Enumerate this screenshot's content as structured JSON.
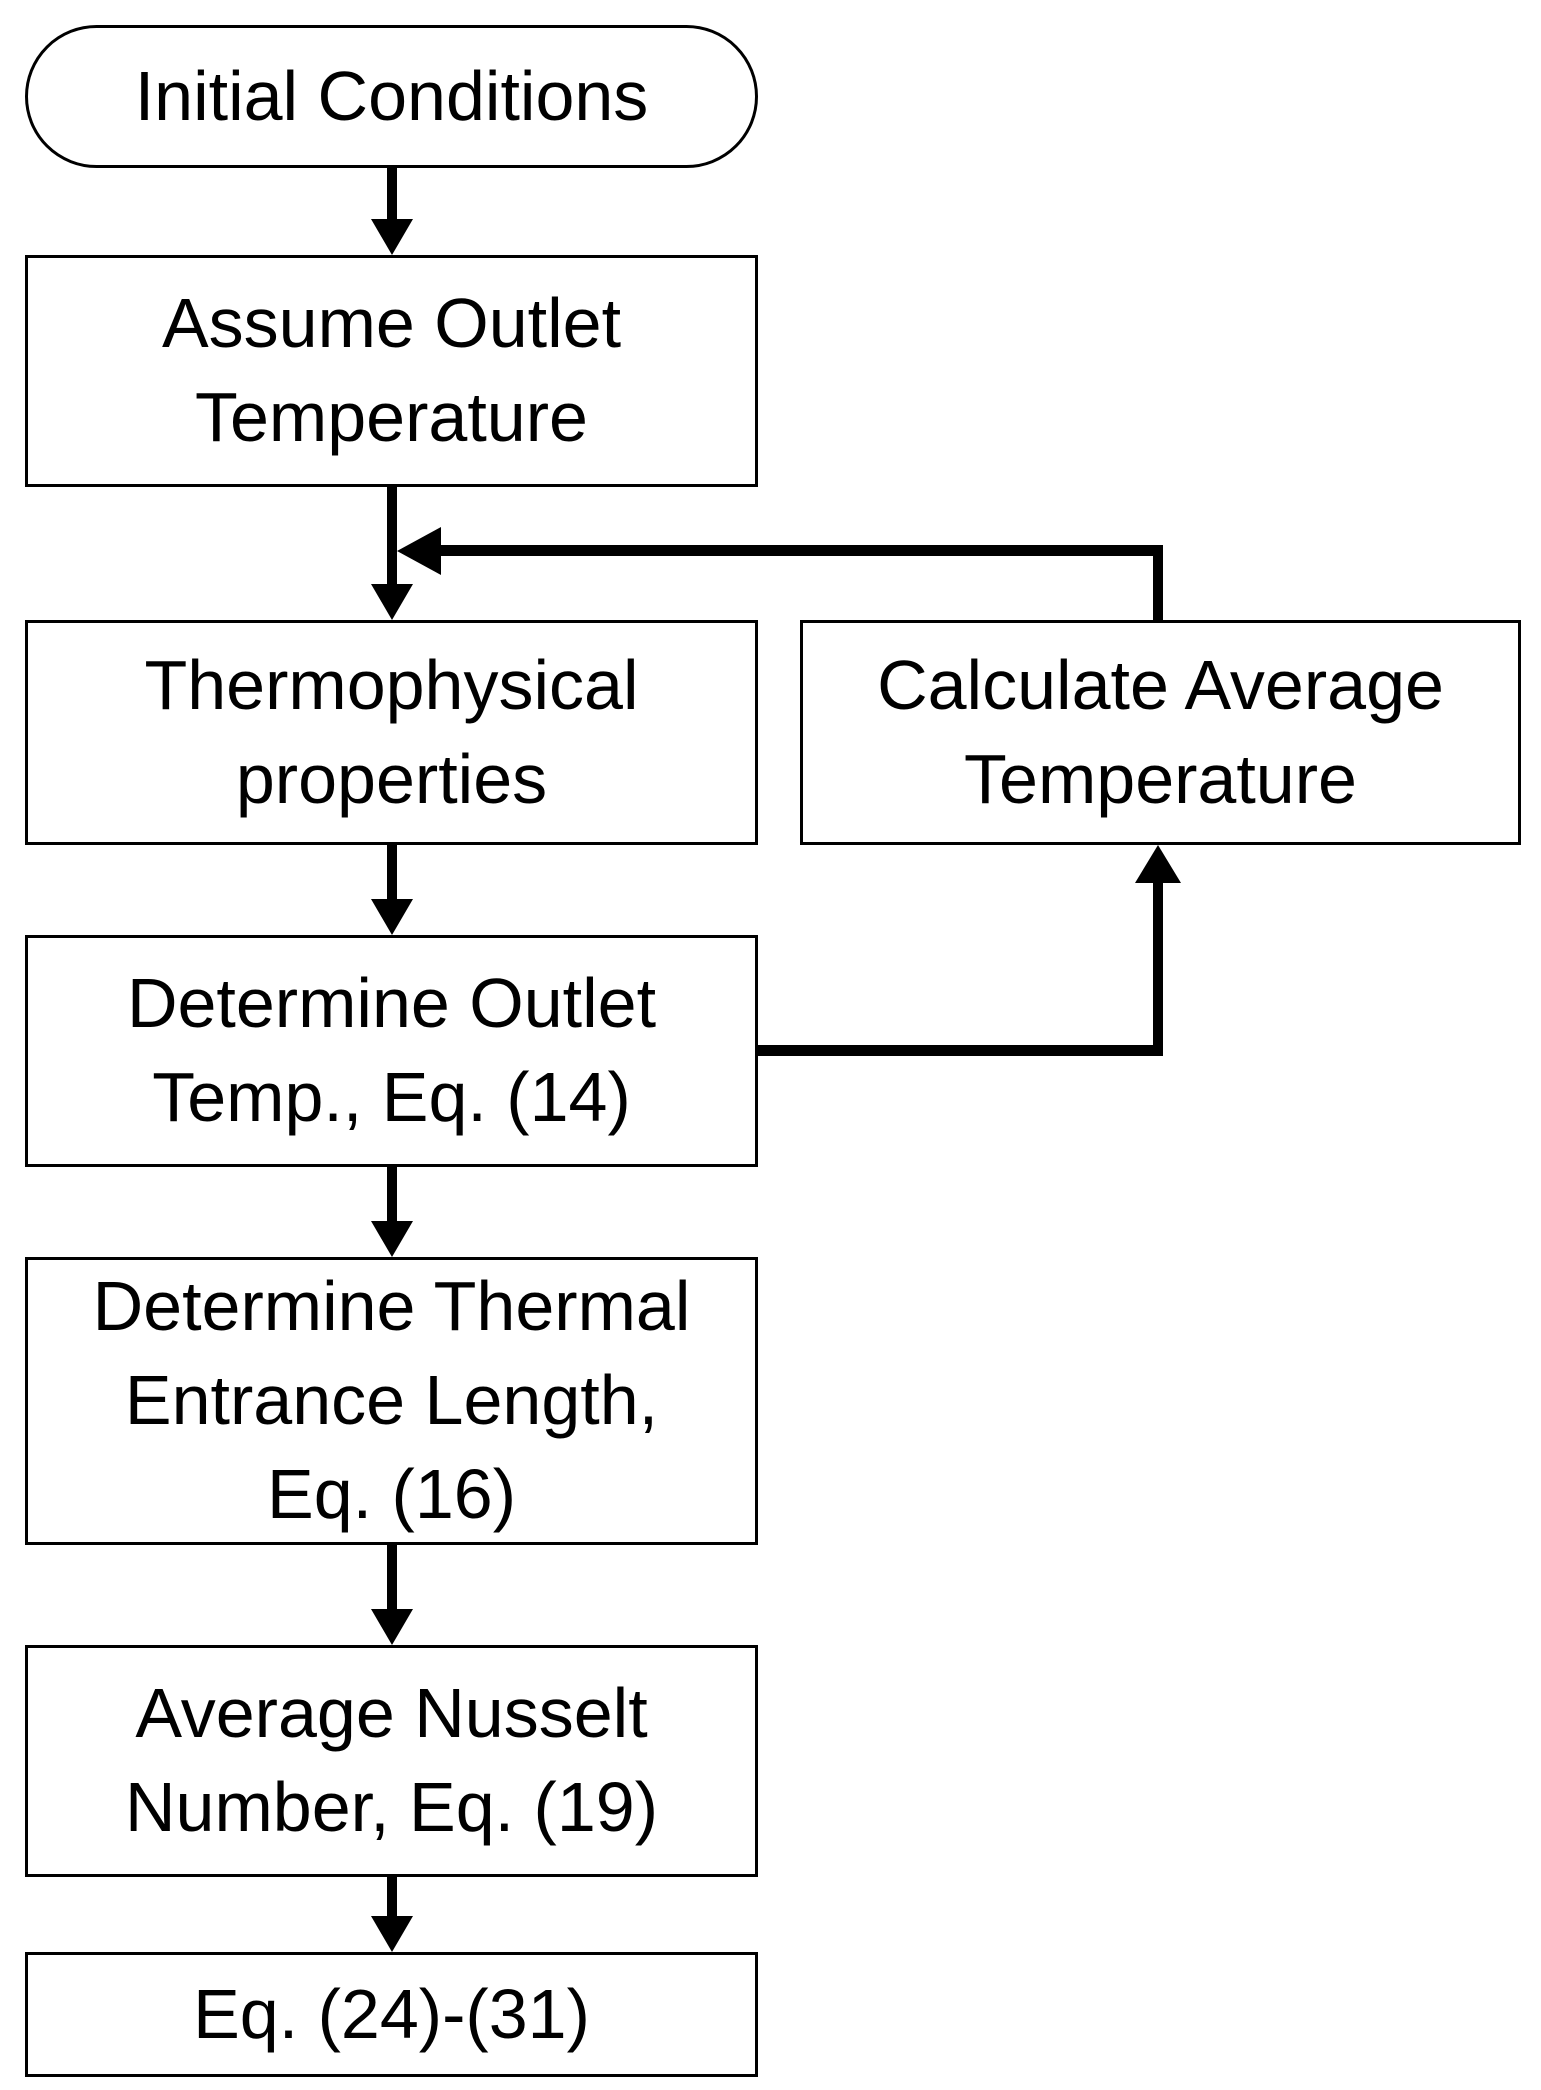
{
  "diagram": {
    "type": "flowchart",
    "background_color": "#ffffff",
    "line_color": "#000000",
    "nodes": {
      "initial": {
        "shape": "stadium",
        "label": "Initial Conditions"
      },
      "assume_outlet": {
        "shape": "rect",
        "label": "Assume Outlet\nTemperature"
      },
      "thermophysical": {
        "shape": "rect",
        "label": "Thermophysical\nproperties"
      },
      "calc_average": {
        "shape": "rect",
        "label": "Calculate Average\nTemperature"
      },
      "determine_outlet": {
        "shape": "rect",
        "label": "Determine Outlet\nTemp., Eq. (14)"
      },
      "entrance_length": {
        "shape": "rect",
        "label": "Determine Thermal\nEntrance Length,\nEq. (16)"
      },
      "nusselt": {
        "shape": "rect",
        "label": "Average Nusselt\nNumber, Eq. (19)"
      },
      "final_eqs": {
        "shape": "rect",
        "label": "Eq. (24)-(31)"
      }
    },
    "edges": [
      {
        "from": "Initial Conditions",
        "to": "Assume Outlet Temperature",
        "style": "straight-arrow"
      },
      {
        "from": "Assume Outlet Temperature",
        "to": "Thermophysical properties",
        "style": "straight-arrow"
      },
      {
        "from": "Thermophysical properties",
        "to": "Determine Outlet Temp., Eq. (14)",
        "style": "straight-arrow"
      },
      {
        "from": "Determine Outlet Temp., Eq. (14)",
        "to": "Calculate Average Temperature",
        "style": "elbow-arrow"
      },
      {
        "from": "Calculate Average Temperature",
        "to": "arrow between Assume Outlet Temperature and Thermophysical properties",
        "style": "elbow-arrow-feedback"
      },
      {
        "from": "Determine Outlet Temp., Eq. (14)",
        "to": "Determine Thermal Entrance Length, Eq. (16)",
        "style": "straight-arrow"
      },
      {
        "from": "Determine Thermal Entrance Length, Eq. (16)",
        "to": "Average Nusselt Number, Eq. (19)",
        "style": "straight-arrow"
      },
      {
        "from": "Average Nusselt Number, Eq. (19)",
        "to": "Eq. (24)-(31)",
        "style": "straight-arrow"
      }
    ]
  }
}
